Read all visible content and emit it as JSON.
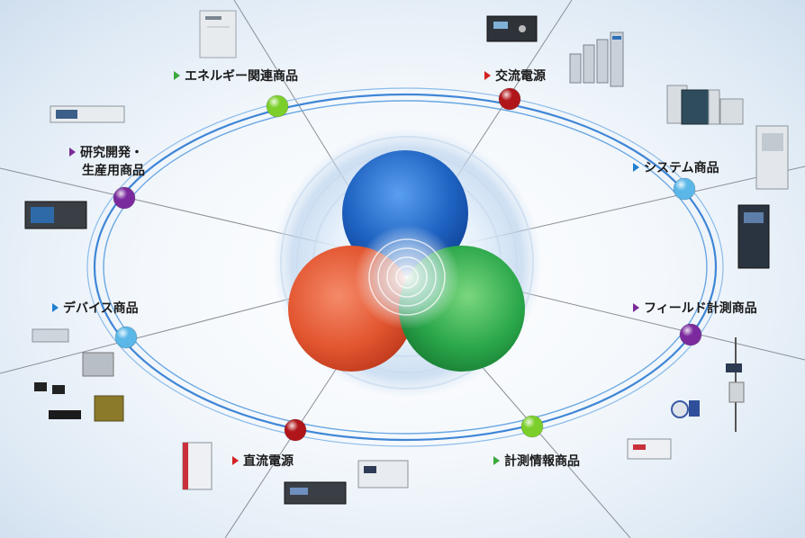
{
  "categories": [
    {
      "id": "energy",
      "label": "エネルギー関連商品",
      "arrow_color": "#3aa83a",
      "node_color": "#7ccf2a"
    },
    {
      "id": "ac-power",
      "label": "交流電源",
      "arrow_color": "#d42020",
      "node_color": "#b0151a"
    },
    {
      "id": "system",
      "label": "システム商品",
      "arrow_color": "#1e7fd0",
      "node_color": "#5ab7e8"
    },
    {
      "id": "field",
      "label": "フィールド計測商品",
      "arrow_color": "#7a2a95",
      "node_color": "#7b2a9e"
    },
    {
      "id": "measurement-info",
      "label": "計測情報商品",
      "arrow_color": "#3aa83a",
      "node_color": "#7ccf2a"
    },
    {
      "id": "dc-power",
      "label": "直流電源",
      "arrow_color": "#d42020",
      "node_color": "#b0151a"
    },
    {
      "id": "device",
      "label": "デバイス商品",
      "arrow_color": "#1e7fd0",
      "node_color": "#5ab7e8"
    },
    {
      "id": "rnd",
      "label_line1": "研究開発・",
      "label_line2": "生産用商品",
      "arrow_color": "#7a2a95",
      "node_color": "#7b2a9e"
    }
  ],
  "circle_colors": {
    "blue": "#1f63c2",
    "red": "#e2552f",
    "green": "#2aa64a"
  }
}
